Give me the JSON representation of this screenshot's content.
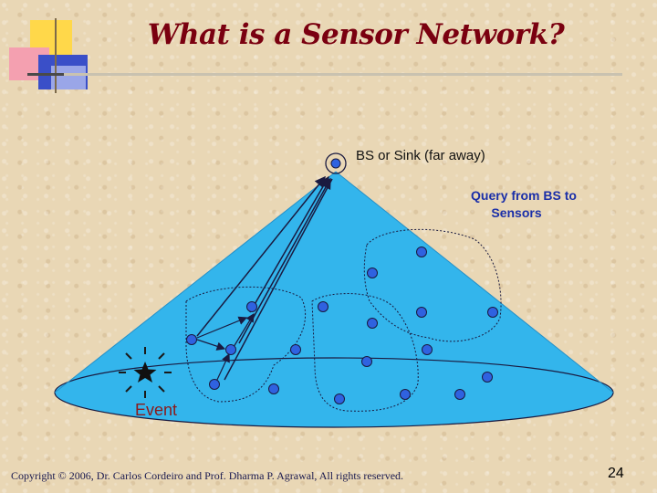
{
  "slide": {
    "title": "What is a Sensor Network?",
    "footer": "Copyright © 2006, Dr. Carlos Cordeiro and Prof. Dharma P. Agrawal, All rights reserved.",
    "page_number": "24"
  },
  "diagram": {
    "bs_label": "BS  or Sink (far away)",
    "query_label_line1": "Query from BS to",
    "query_label_line2": "Sensors",
    "event_label": "Event",
    "colors": {
      "cone": "#33b5ec",
      "node": "#2f62e0",
      "title": "#7a0010",
      "query_text": "#1b2fa8",
      "event_text": "#8b1a1a"
    }
  }
}
